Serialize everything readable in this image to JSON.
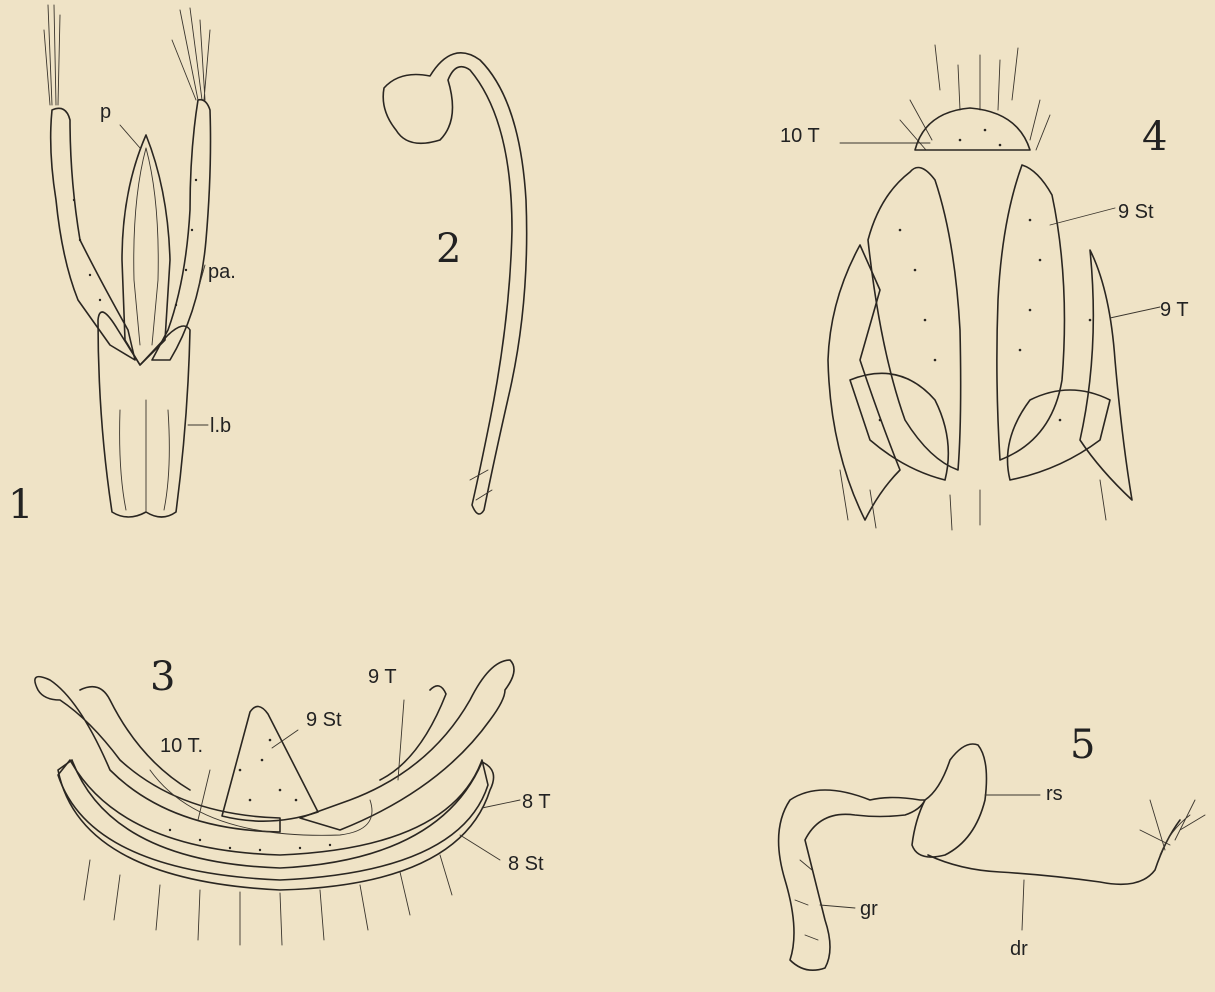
{
  "figures": {
    "fig1": {
      "number": "1",
      "labels": {
        "p": "p",
        "pa": "pa.",
        "lb": "l.b"
      }
    },
    "fig2": {
      "number": "2"
    },
    "fig3": {
      "number": "3",
      "labels": {
        "t9": "9 T",
        "st9": "9 St",
        "t10": "10 T.",
        "t8": "8 T",
        "st8": "8 St"
      }
    },
    "fig4": {
      "number": "4",
      "labels": {
        "t10": "10 T",
        "st9": "9 St",
        "t9": "9 T"
      }
    },
    "fig5": {
      "number": "5",
      "labels": {
        "rs": "rs",
        "gr": "gr",
        "dr": "dr"
      }
    }
  }
}
